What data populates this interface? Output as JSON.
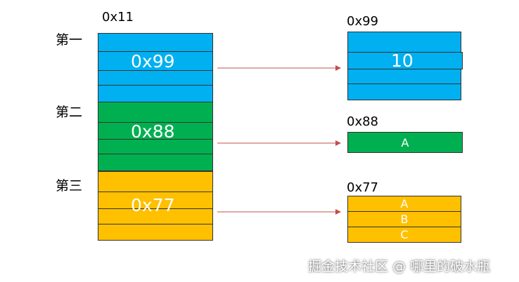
{
  "colors": {
    "blue": "#00b0f0",
    "green": "#00b050",
    "orange": "#ffc000",
    "arrow": "#c0504d"
  },
  "left": {
    "address": "0x11",
    "rows": [
      {
        "label": "第一",
        "value": "0x99"
      },
      {
        "label": "第二",
        "value": "0x88"
      },
      {
        "label": "第三",
        "value": "0x77"
      }
    ]
  },
  "right": {
    "blocks": [
      {
        "address": "0x99",
        "cells": [
          "10"
        ]
      },
      {
        "address": "0x88",
        "cells": [
          "A"
        ]
      },
      {
        "address": "0x77",
        "cells": [
          "A",
          "B",
          "C"
        ]
      }
    ]
  },
  "watermark": "掘金技术社区 @ 哪里的破水瓶"
}
